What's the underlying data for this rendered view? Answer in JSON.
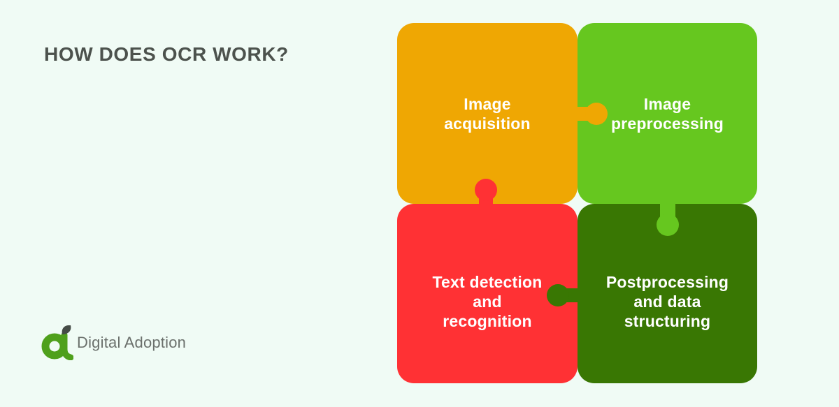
{
  "page": {
    "background": "#F0FBF5"
  },
  "header": {
    "title": "HOW DOES OCR WORK?",
    "title_color": "#4C524D"
  },
  "diagram": {
    "text_color": "#FFFFFF",
    "pieces": [
      {
        "id": "image-acquisition",
        "position": "top-left",
        "tab_direction": "right",
        "color": "#EFA703",
        "label_lines": [
          "Image",
          "acquisition"
        ]
      },
      {
        "id": "image-preprocessing",
        "position": "top-right",
        "tab_direction": "bottom",
        "color": "#66C71F",
        "label_lines": [
          "Image",
          "preprocessing"
        ]
      },
      {
        "id": "text-detection-and-recognition",
        "position": "bottom-left",
        "tab_direction": "top",
        "color": "#FF3134",
        "label_lines": [
          "Text detection",
          "and",
          "recognition"
        ]
      },
      {
        "id": "postprocessing-and-data-structuring",
        "position": "bottom-right",
        "tab_direction": "left",
        "color": "#397703",
        "label_lines": [
          "Postprocessing",
          "and data",
          "structuring"
        ]
      }
    ]
  },
  "footer": {
    "brand": "Digital Adoption",
    "brand_text_color": "#6B706C",
    "logo_green": "#4FA01C",
    "logo_leaf_color": "#454B46"
  }
}
